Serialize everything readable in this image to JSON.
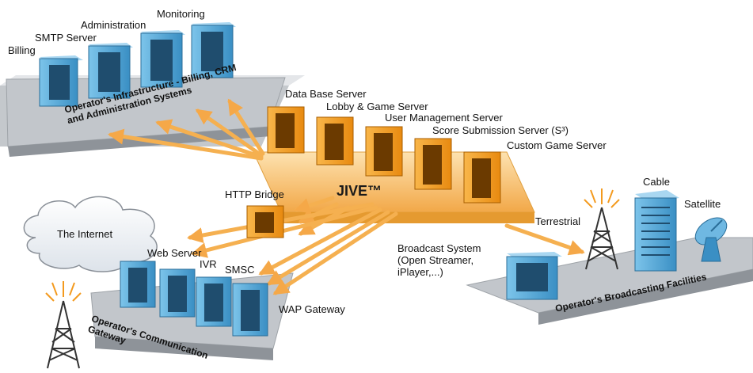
{
  "infrastructure": {
    "platform_label": "Operator's Infrastructure - Billing, CRM\nand Administration Systems",
    "servers": [
      "Billing",
      "SMTP Server",
      "Administration",
      "Monitoring"
    ]
  },
  "jive": {
    "label": "JIVE™",
    "servers": [
      "Data Base Server",
      "Lobby & Game Server",
      "User Management Server",
      "Score Submission Server (S³)",
      "Custom Game Server"
    ]
  },
  "communication": {
    "platform_label": "Operator's Communication\nGateway",
    "cloud_label": "The Internet",
    "http_bridge": "HTTP Bridge",
    "servers": [
      "Web Server",
      "IVR",
      "SMSC",
      "WAP Gateway"
    ]
  },
  "broadcasting": {
    "platform_label": "Operator's Broadcasting Facilities",
    "system_label": "Broadcast System\n(Open Streamer,\niPlayer,...)",
    "terrestrial": "Terrestrial",
    "cable": "Cable",
    "satellite": "Satellite"
  },
  "colors": {
    "blue_server": "#4a9fcf",
    "orange_server": "#f0a030",
    "arrow": "#f5b050",
    "platform": "#b8bcc0",
    "jive_bar": "#f7c87a"
  }
}
